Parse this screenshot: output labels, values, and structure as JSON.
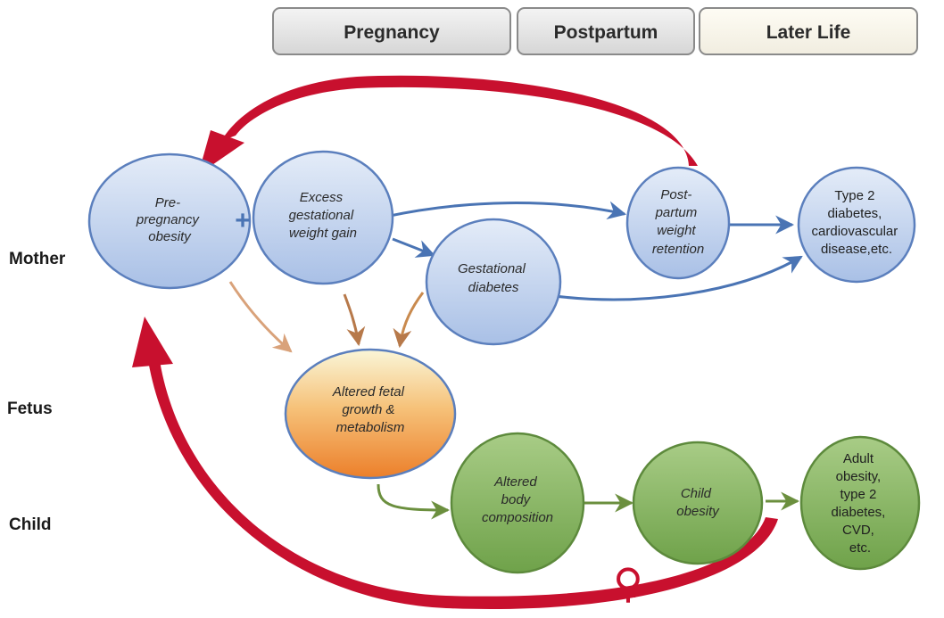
{
  "phases": [
    {
      "label": "Pregnancy"
    },
    {
      "label": "Postpartum"
    },
    {
      "label": "Later Life"
    }
  ],
  "rows": {
    "mother": "Mother",
    "fetus": "Fetus",
    "child": "Child"
  },
  "nodes": {
    "prepregnancy": {
      "lines": [
        "Pre-",
        "pregnancy",
        "obesity"
      ]
    },
    "excess_gain": {
      "lines": [
        "Excess",
        "gestational",
        "weight gain"
      ]
    },
    "gestational_diabetes": {
      "lines": [
        "Gestational",
        "diabetes"
      ]
    },
    "postpartum_retention": {
      "lines": [
        "Post-",
        "partum",
        "weight",
        "retention"
      ]
    },
    "type2_mother": {
      "lines": [
        "Type 2",
        "diabetes,",
        "cardiovascular",
        "disease,etc."
      ]
    },
    "fetal_growth": {
      "lines": [
        "Altered fetal",
        "growth &",
        "metabolism"
      ]
    },
    "body_composition": {
      "lines": [
        "Altered",
        "body",
        "composition"
      ]
    },
    "child_obesity": {
      "lines": [
        "Child",
        "obesity"
      ]
    },
    "adult_obesity": {
      "lines": [
        "Adult",
        "obesity,",
        "type 2",
        "diabetes,",
        "CVD,",
        "etc."
      ]
    }
  },
  "symbols": {
    "plus": "+",
    "female": "♀"
  },
  "colors": {
    "mother_node": "#c6d6ef",
    "mother_stroke": "#5b7fbd",
    "child_node": "#8db86a",
    "child_stroke": "#5d8a3c",
    "fetal_top": "#f9f4d0",
    "fetal_bottom": "#ee8a2e",
    "cycle_arrow": "#c8102e",
    "blue_arrow": "#4a74b4",
    "green_arrow": "#6b8f3e",
    "brown_arrow": "#b7794a"
  }
}
